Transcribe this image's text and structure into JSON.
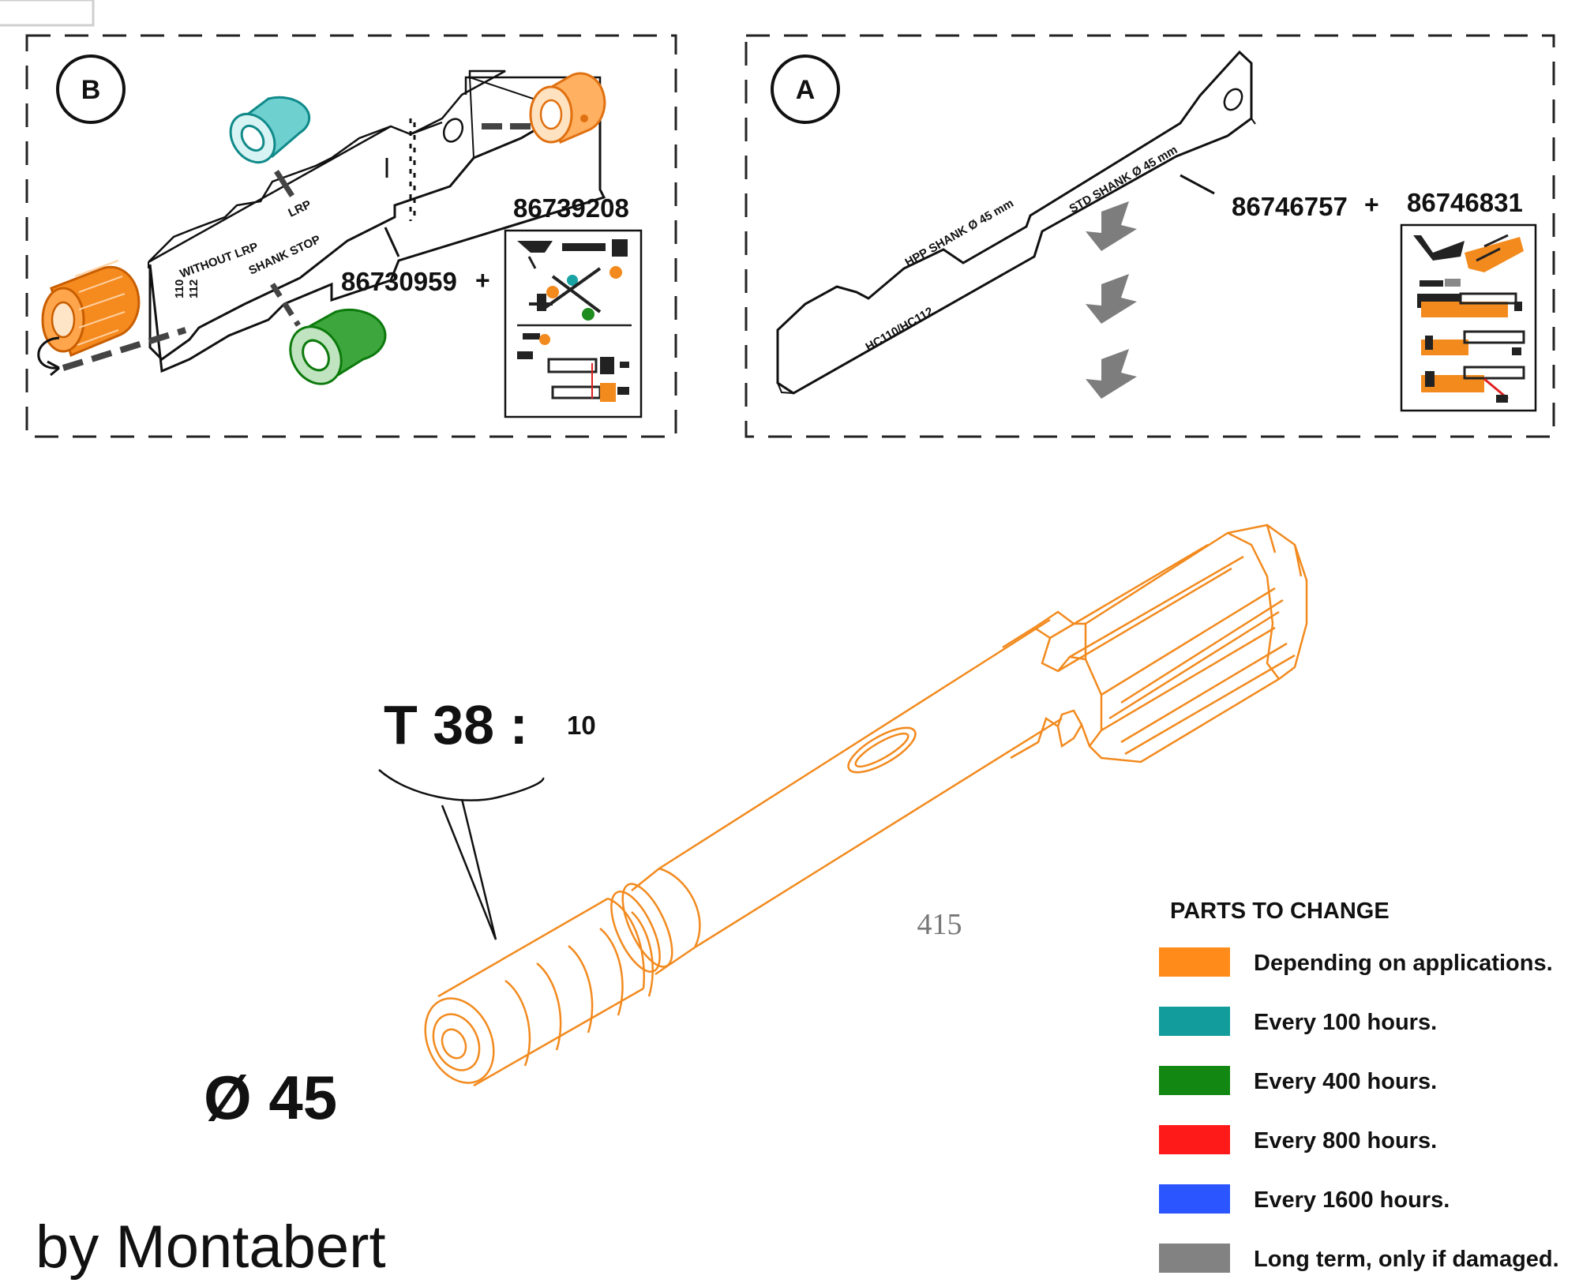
{
  "panel_b": {
    "label": "B",
    "part_number": "86730959",
    "plus": "+",
    "card_number": "86739208",
    "tool_texts": [
      "WITHOUT LRP",
      "LRP",
      "SHANK STOP",
      "110",
      "112"
    ]
  },
  "panel_a": {
    "label": "A",
    "part_number": "86746757",
    "plus": "+",
    "card_number": "86746831",
    "tool_texts": [
      "HC110/HC112",
      "HPP SHANK Ø 45 mm",
      "STD SHANK Ø 45 mm"
    ]
  },
  "callout": {
    "thread": "T 38 :",
    "count": "10"
  },
  "diameter": "Ø 45",
  "page_number": "415",
  "brand": "by Montabert",
  "legend": {
    "title": "PARTS TO CHANGE",
    "items": [
      {
        "label": "Depending on applications.",
        "color": "#FF8C1A"
      },
      {
        "label": "Every 100 hours.",
        "color": "#129C9C"
      },
      {
        "label": "Every 400 hours.",
        "color": "#128812"
      },
      {
        "label": "Every 800 hours.",
        "color": "#FF1A1A"
      },
      {
        "label": "Every 1600 hours.",
        "color": "#2A55FF"
      },
      {
        "label": "Long term, only if damaged.",
        "color": "#828282"
      }
    ]
  },
  "colors": {
    "shank": "#F28A1E",
    "line": "#111111",
    "dash": "#444444"
  }
}
